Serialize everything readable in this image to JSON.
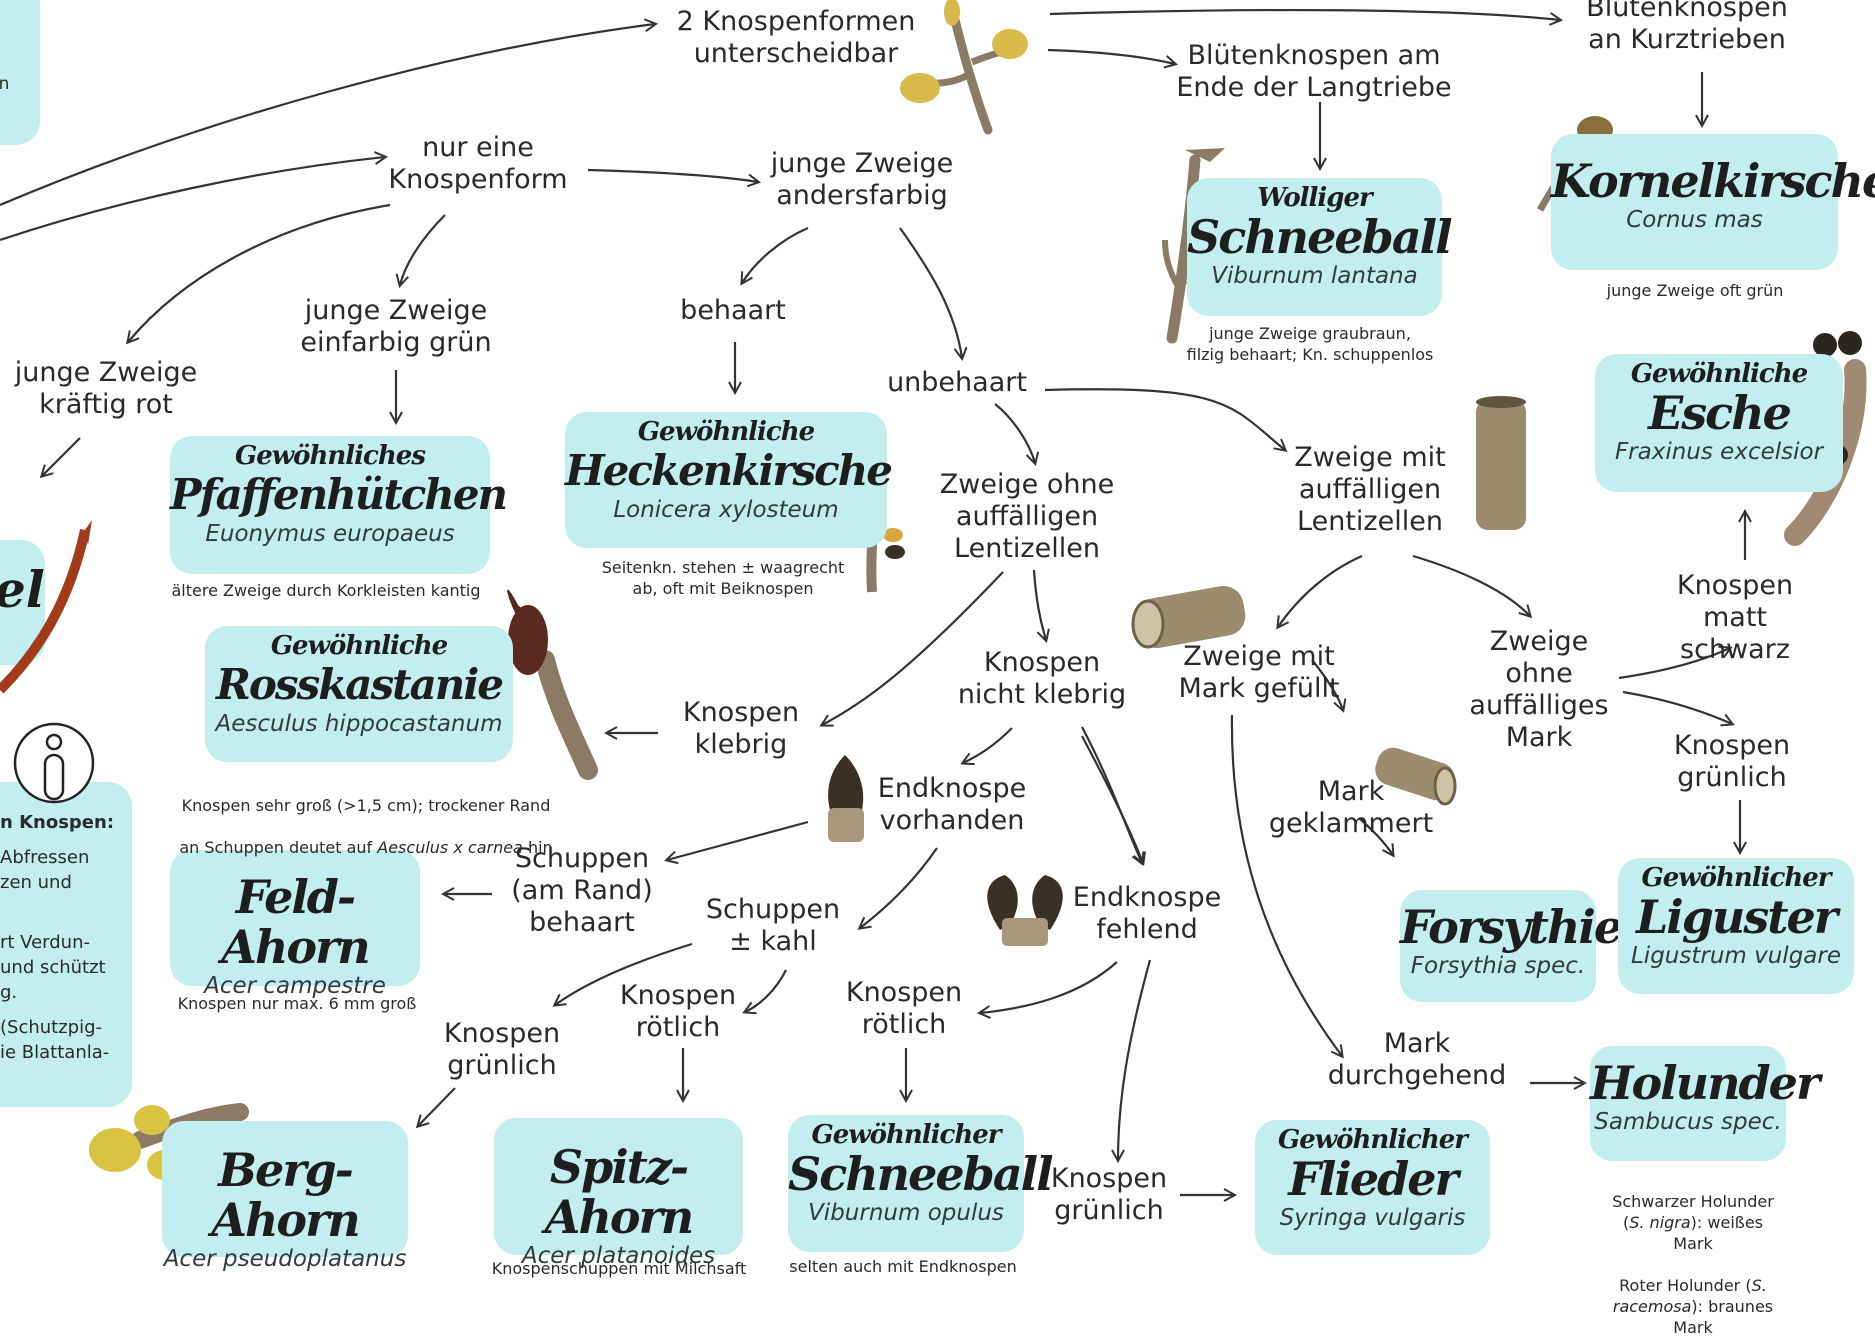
{
  "labels": {
    "zwei_knospenformen": "2 Knospenformen\nunterscheidbar",
    "bluetenknospen_kurztrieb": "Blütenknospen\nan Kurztrieben",
    "bluetenknospen_langtrieb": "Blütenknospen am\nEnde der Langtriebe",
    "nur_eine_knospenform": "nur eine\nKnospenform",
    "junge_zweige_andersfarbig": "junge Zweige\nandersfarbig",
    "junge_zweige_gruen": "junge Zweige\neinfarbig grün",
    "junge_zweige_rot": "junge Zweige\nkräftig rot",
    "behaart": "behaart",
    "unbehaart": "unbehaart",
    "zweige_ohne_lentizellen": "Zweige ohne\nauffälligen\nLentizellen",
    "zweige_mit_lentizellen": "Zweige mit\nauffälligen\nLentizellen",
    "knospen_klebrig": "Knospen\nklebrig",
    "knospen_nicht_klebrig": "Knospen\nnicht klebrig",
    "zweige_mark_gefuellt": "Zweige mit\nMark gefüllt",
    "zweige_ohne_mark": "Zweige\nohne\nauffälliges\nMark",
    "knospen_matt_schwarz": "Knospen\nmatt schwarz",
    "knospen_gruenlich_r": "Knospen\ngrünlich",
    "endknospe_vorhanden": "Endknospe\nvorhanden",
    "mark_geklammert": "Mark\ngeklammert",
    "schuppen_behaart": "Schuppen\n(am Rand)\nbehaart",
    "schuppen_kahl": "Schuppen\n± kahl",
    "endknospe_fehlend": "Endknospe\nfehlend",
    "knospen_gruenlich_l": "Knospen\ngrünlich",
    "knospen_roetlich_l": "Knospen\nrötlich",
    "knospen_roetlich_m": "Knospen\nrötlich",
    "mark_durchgehend": "Mark\ndurchgehend",
    "knospen_gruenlich_m": "Knospen\ngrünlich"
  },
  "cards": {
    "schneeball_wollig": {
      "pre": "Wolliger",
      "name": "Schneeball",
      "sci": "Viburnum lantana"
    },
    "kornelkirsche": {
      "pre": "",
      "name": "Kornelkirsche",
      "sci": "Cornus mas"
    },
    "esche": {
      "pre": "Gewöhnliche",
      "name": "Esche",
      "sci": "Fraxinus excelsior"
    },
    "pfaffenhuetchen": {
      "pre": "Gewöhnliches",
      "name": "Pfaffenhütchen",
      "sci": "Euonymus europaeus"
    },
    "heckenkirsche": {
      "pre": "Gewöhnliche",
      "name": "Heckenkirsche",
      "sci": "Lonicera xylosteum"
    },
    "rosskastanie": {
      "pre": "Gewöhnliche",
      "name": "Rosskastanie",
      "sci": "Aesculus hippocastanum"
    },
    "feld_ahorn": {
      "pre": "",
      "name": "Feld-Ahorn",
      "sci": "Acer campestre"
    },
    "forsythie": {
      "pre": "",
      "name": "Forsythie",
      "sci": "Forsythia spec."
    },
    "liguster": {
      "pre": "Gewöhnlicher",
      "name": "Liguster",
      "sci": "Ligustrum vulgare"
    },
    "holunder": {
      "pre": "",
      "name": "Holunder",
      "sci": "Sambucus spec."
    },
    "berg_ahorn": {
      "pre": "",
      "name": "Berg-Ahorn",
      "sci": "Acer pseudoplatanus"
    },
    "spitz_ahorn": {
      "pre": "",
      "name": "Spitz-Ahorn",
      "sci": "Acer platanoides"
    },
    "schneeball_gew": {
      "pre": "Gewöhnlicher",
      "name": "Schneeball",
      "sci": "Viburnum opulus"
    },
    "flieder": {
      "pre": "Gewöhnlicher",
      "name": "Flieder",
      "sci": "Syringa vulgaris"
    }
  },
  "notes": {
    "schneeball_wollig": "junge Zweige graubraun,\nfilzig behaart; Kn. schuppenlos",
    "kornelkirsche": "junge Zweige oft grün",
    "pfaffenhuetchen": "ältere Zweige durch Korkleisten kantig",
    "heckenkirsche": "Seitenkn. stehen ± waagrecht\nab, oft mit Beiknospen",
    "rosskastanie_1": "Knospen sehr groß (>1,5 cm); trockener Rand",
    "rosskastanie_2a": "an Schuppen deutet auf ",
    "rosskastanie_2b": "Aesculus x carnea",
    "rosskastanie_2c": " hin",
    "feld_ahorn": "Knospen nur max. 6 mm groß",
    "holunder_1a": "Schwarzer Holunder (",
    "holunder_1b": "S. nigra",
    "holunder_1c": "): weißes Mark",
    "holunder_2a": "Roter Holunder (",
    "holunder_2b": "S. racemosa",
    "holunder_2c": "): braunes Mark",
    "spitz_ahorn": "Knospenschuppen mit Milchsaft",
    "schneeball_gew": "selten auch mit Endknospen"
  },
  "left_edge": {
    "card_fragment": "el",
    "info_title": "n Knospen:",
    "info_lines": [
      "Abfressen",
      "zen und",
      "",
      "rt Verdun-",
      "und schützt",
      "g.",
      "(Schutzpig-",
      "ie Blattanla-"
    ],
    "top_fragment": "n"
  },
  "colors": {
    "card_bg": "#c3eef0",
    "line": "#333333",
    "bark": "#8b7b64",
    "bud_dark": "#3a3024",
    "bud_yellow": "#d9b94a",
    "bud_red": "#a33a1a"
  }
}
